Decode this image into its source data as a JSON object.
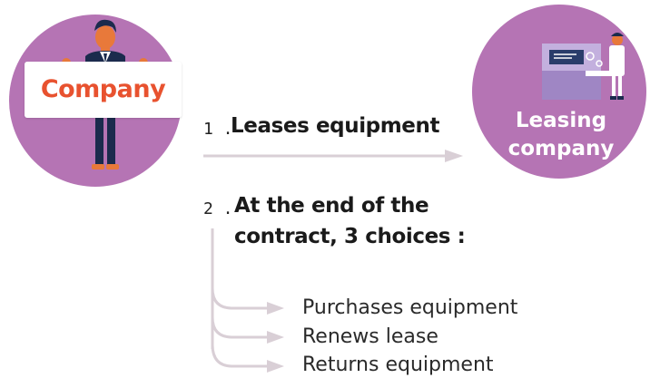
{
  "company_label": "Company",
  "leasing_label_line1": "Leasing",
  "leasing_label_line2": "company",
  "step1": {
    "number": "1 .",
    "text": "Leases equipment"
  },
  "step2": {
    "number": "2 .",
    "line1": "At the end of the",
    "line2": "contract, 3 choices :"
  },
  "choices": [
    "Purchases equipment",
    "Renews lease",
    "Returns equipment"
  ],
  "colors": {
    "circle": "#b574b4",
    "company_text": "#e8522f",
    "arrow": "#d9cfd6",
    "suit": "#1b2b4d",
    "skin": "#e8793a"
  }
}
